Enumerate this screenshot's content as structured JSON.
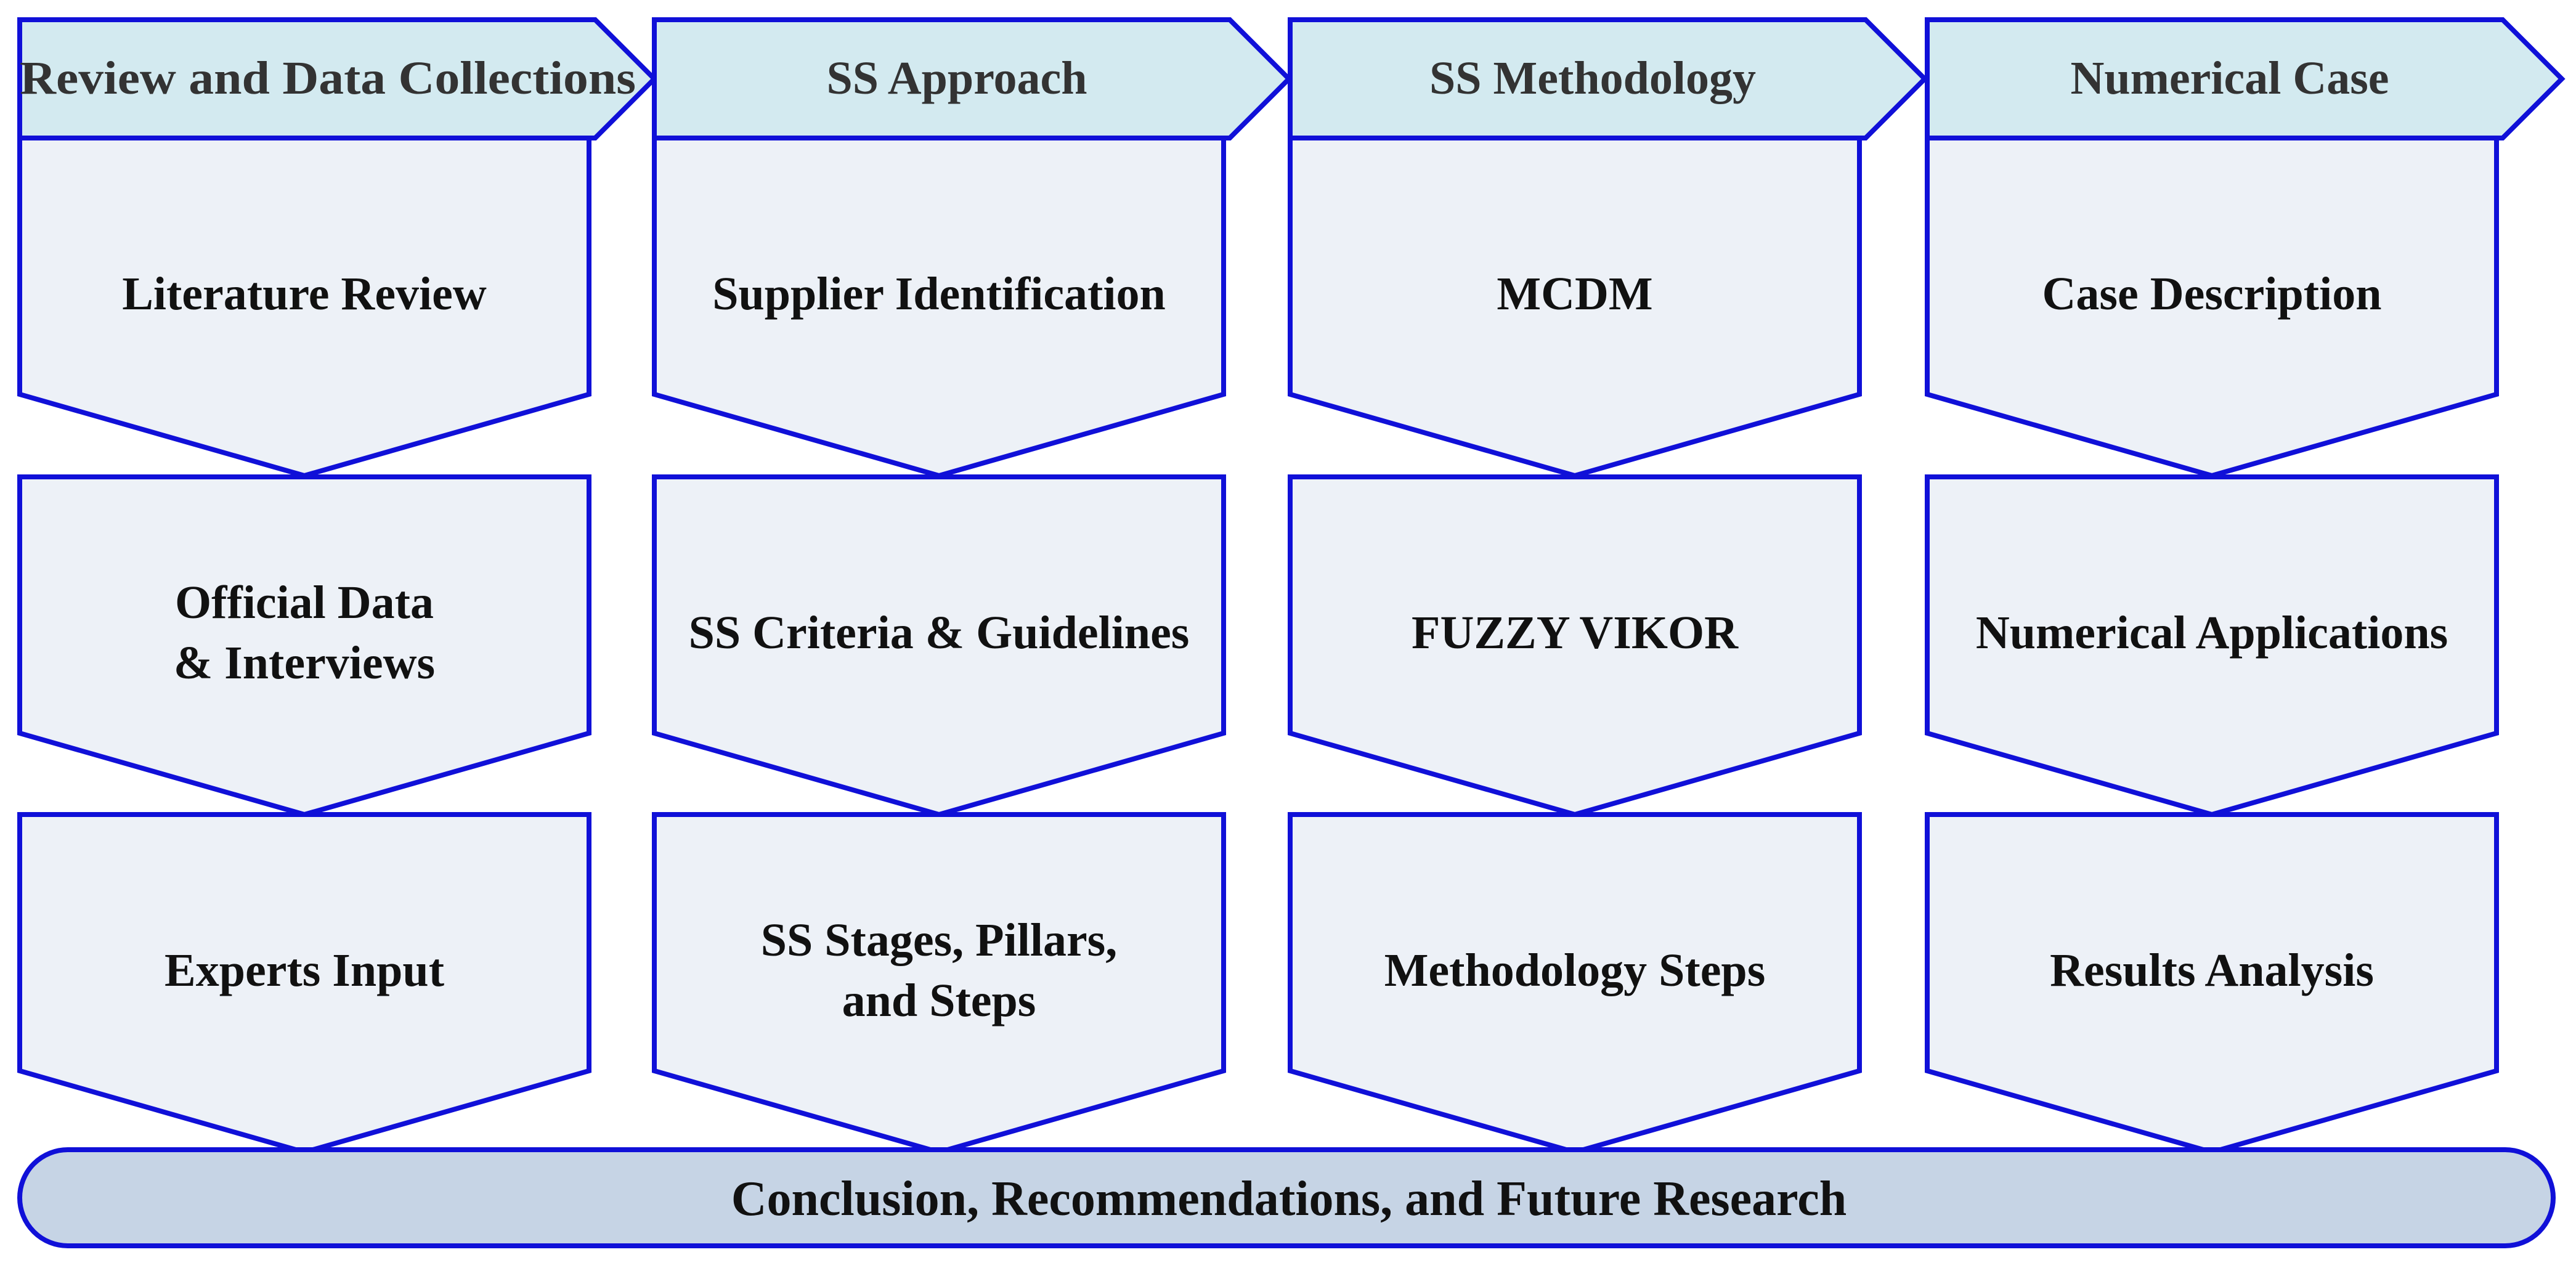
{
  "columns": [
    {
      "header": "Review and Data Collections",
      "boxes": [
        [
          "Literature Review"
        ],
        [
          "Official Data",
          "& Interviews"
        ],
        [
          "Experts Input"
        ]
      ]
    },
    {
      "header": "SS Approach",
      "boxes": [
        [
          "Supplier Identification"
        ],
        [
          "SS Criteria & Guidelines"
        ],
        [
          "SS Stages, Pillars,",
          "and Steps"
        ]
      ]
    },
    {
      "header": "SS Methodology",
      "boxes": [
        [
          "MCDM"
        ],
        [
          "FUZZY VIKOR"
        ],
        [
          "Methodology Steps"
        ]
      ]
    },
    {
      "header": "Numerical Case",
      "boxes": [
        [
          "Case Description"
        ],
        [
          "Numerical Applications"
        ],
        [
          "Results Analysis"
        ]
      ]
    }
  ],
  "footer": {
    "label": "Conclusion, Recommendations, and Future Research"
  }
}
